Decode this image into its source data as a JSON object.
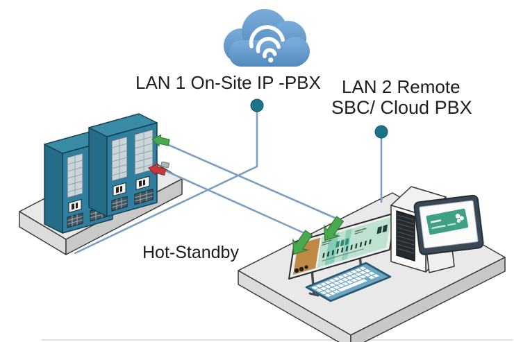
{
  "diagram": {
    "labels": {
      "lan1": "LAN 1  On-Site IP -PBX",
      "lan2_line1": "LAN 2 Remote",
      "lan2_line2": "SBC/ Cloud PBX",
      "hot_standby": "Hot-Standby"
    },
    "nodes": {
      "cloud": "cloud-with-wifi",
      "racks": "on-site-ip-pbx-server-racks",
      "sbc": "remote-sbc-gateway-device",
      "workstation": "workstation-pc-with-monitor"
    },
    "colors": {
      "cloud_blue": "#5E96C9",
      "cloud_blue_light": "#79ACD9",
      "dot_teal": "#1B7487",
      "line_blue": "#7C9EC2",
      "rack_teal_front": "#2F7FA0",
      "rack_teal_side": "#256C88",
      "rack_teal_top": "#3A8BA6",
      "arrow_green": "#4AA94F",
      "arrow_red": "#C43B3E",
      "platform_gray": "#E9E9E9",
      "sbc_mint": "#BFE2D0",
      "sbc_orange": "#C08845",
      "keyboard_blue": "#4E92B8",
      "monitor_frame": "#3A4754",
      "screen_card_green": "#3FA183"
    }
  }
}
